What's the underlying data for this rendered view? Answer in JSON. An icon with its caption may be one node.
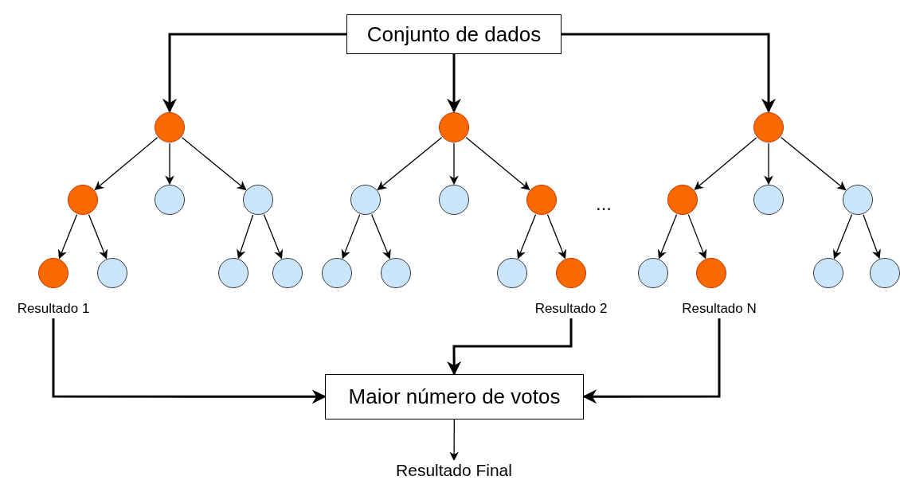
{
  "diagram": {
    "nodes": [
      {
        "text": [
          "Conjunto de dados"
        ]
      },
      {
        "text": [],
        "shape": "circle"
      },
      {
        "text": [],
        "shape": "circle"
      },
      {
        "text": [],
        "shape": "circle"
      },
      {
        "text": [],
        "shape": "circle"
      },
      {
        "text": [],
        "shape": "circle"
      },
      {
        "text": [],
        "shape": "circle"
      },
      {
        "text": [],
        "shape": "circle"
      },
      {
        "text": [],
        "shape": "circle"
      },
      {
        "text": [],
        "shape": "circle"
      },
      {
        "text": [],
        "shape": "circle"
      },
      {
        "text": [],
        "shape": "circle"
      },
      {
        "text": [],
        "shape": "circle"
      },
      {
        "text": [],
        "shape": "circle"
      },
      {
        "text": [],
        "shape": "circle"
      },
      {
        "text": [],
        "shape": "circle"
      },
      {
        "text": [],
        "shape": "circle"
      },
      {
        "text": [],
        "shape": "circle"
      },
      {
        "text": [],
        "shape": "circle"
      },
      {
        "text": [],
        "shape": "circle"
      },
      {
        "text": [],
        "shape": "circle"
      },
      {
        "text": [],
        "shape": "circle"
      },
      {
        "text": [],
        "shape": "circle"
      },
      {
        "text": [],
        "shape": "circle"
      },
      {
        "text": [],
        "shape": "circle"
      },
      {
        "text": [
          "Resultado 1"
        ]
      },
      {
        "text": [
          "Resultado 2"
        ]
      },
      {
        "text": [
          "Resultado N"
        ]
      },
      {
        "text": [
          "Maior número de votos"
        ]
      },
      {
        "text": [
          "Resultado Final"
        ]
      }
    ],
    "edges": [
      {
        "from": 0,
        "to": 1,
        "arrow": "to",
        "style": "thick"
      },
      {
        "from": 0,
        "to": 2,
        "arrow": "to",
        "style": "thick"
      },
      {
        "from": 0,
        "to": 3,
        "arrow": "to",
        "style": "thick"
      },
      {
        "from": 1,
        "to": 4,
        "arrow": "to"
      },
      {
        "from": 1,
        "to": 5,
        "arrow": "to"
      },
      {
        "from": 1,
        "to": 6,
        "arrow": "to"
      },
      {
        "from": 2,
        "to": 7,
        "arrow": "to"
      },
      {
        "from": 2,
        "to": 8,
        "arrow": "to"
      },
      {
        "from": 2,
        "to": 9,
        "arrow": "to"
      },
      {
        "from": 3,
        "to": 10,
        "arrow": "to"
      },
      {
        "from": 3,
        "to": 11,
        "arrow": "to"
      },
      {
        "from": 3,
        "to": 12,
        "arrow": "to"
      },
      {
        "from": 4,
        "to": 13,
        "arrow": "to"
      },
      {
        "from": 4,
        "to": 14,
        "arrow": "to"
      },
      {
        "from": 6,
        "to": 15,
        "arrow": "to"
      },
      {
        "from": 6,
        "to": 16,
        "arrow": "to"
      },
      {
        "from": 7,
        "to": 17,
        "arrow": "to"
      },
      {
        "from": 7,
        "to": 18,
        "arrow": "to"
      },
      {
        "from": 9,
        "to": 19,
        "arrow": "to"
      },
      {
        "from": 9,
        "to": 20,
        "arrow": "to"
      },
      {
        "from": 10,
        "to": 21,
        "arrow": "to"
      },
      {
        "from": 10,
        "to": 22,
        "arrow": "to"
      },
      {
        "from": 12,
        "to": 23,
        "arrow": "to"
      },
      {
        "from": 12,
        "to": 24,
        "arrow": "to"
      },
      {
        "from": 25,
        "to": 28,
        "arrow": "to",
        "style": "thick"
      },
      {
        "from": 26,
        "to": 28,
        "arrow": "to",
        "style": "thick"
      },
      {
        "from": 27,
        "to": 28,
        "arrow": "to",
        "style": "thick"
      },
      {
        "from": 28,
        "to": 29,
        "arrow": "to"
      }
    ],
    "labels": [
      "..."
    ]
  }
}
